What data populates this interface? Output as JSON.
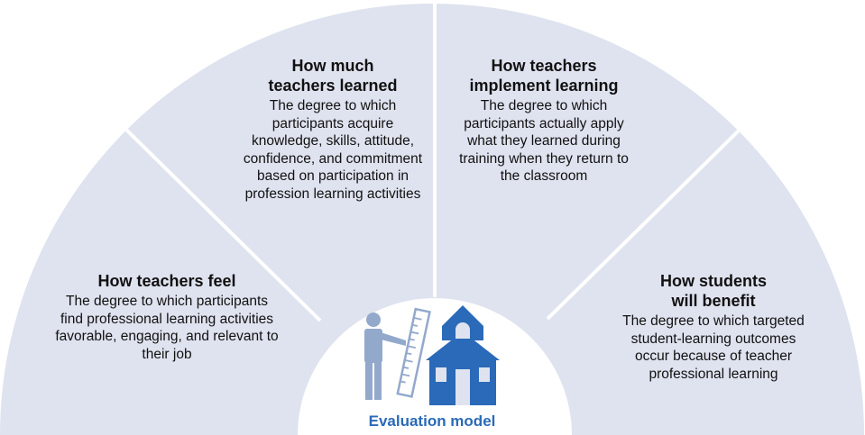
{
  "center": {
    "label": "Evaluation model"
  },
  "segments": [
    {
      "title": "How teachers feel",
      "description": "The degree to which participants find professional learning activities favorable, engaging, and relevant to their job"
    },
    {
      "title": "How much\nteachers learned",
      "description": "The degree to which participants acquire knowledge, skills, attitude, confidence, and commitment based on participation in profession learning activities"
    },
    {
      "title": "How teachers\nimplement learning",
      "description": "The degree to which participants actually apply what they learned during training when they return to the classroom"
    },
    {
      "title": "How students\nwill benefit",
      "description": "The degree to which targeted student-learning outcomes occur because of teacher professional learning"
    }
  ],
  "colors": {
    "segment_fill": "#dfe3ef",
    "divider": "#ffffff",
    "accent": "#2a6ab8",
    "icon_person": "#93a9cc"
  },
  "icons": [
    "teacher-with-ruler-icon",
    "schoolhouse-icon"
  ]
}
